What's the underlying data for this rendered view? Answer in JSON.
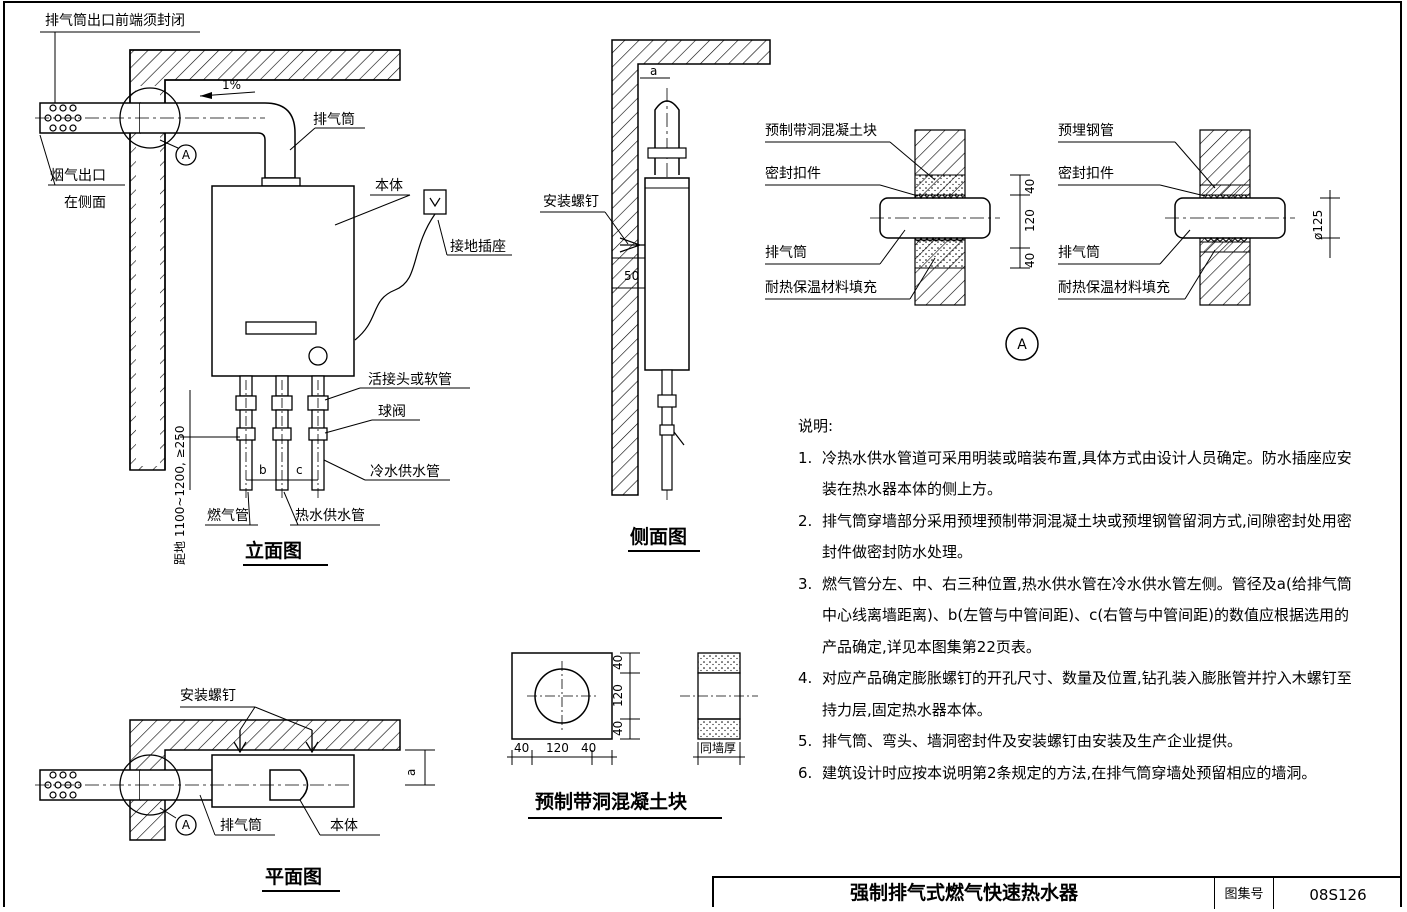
{
  "elevation": {
    "top_label": "排气筒出口前端须封闭",
    "slope": "1%",
    "flue": "排气筒",
    "outlet_1": "烟气出口",
    "outlet_2": "在侧面",
    "body": "本体",
    "socket": "接地插座",
    "union": "活接头或软管",
    "valve": "球阀",
    "cold": "冷水供水管",
    "gas": "燃气管",
    "hot": "热水供水管",
    "height": "距地 1100~1200, ≥250",
    "b": "b",
    "c": "c",
    "callout": "A",
    "title": "立面图"
  },
  "side": {
    "a": "a",
    "screw": "安装螺钉",
    "dim": "50",
    "title": "侧面图"
  },
  "detail": {
    "block": "预制带洞混凝土块",
    "seal_l": "密封扣件",
    "flue_l": "排气筒",
    "fill_l": "耐热保温材料填充",
    "steel": "预埋钢管",
    "seal_r": "密封扣件",
    "flue_r": "排气筒",
    "fill_r": "耐热保温材料填充",
    "d40a": "40",
    "d120": "120",
    "d40b": "40",
    "dia": "ø125",
    "callout": "A"
  },
  "plan": {
    "screw": "安装螺钉",
    "flue": "排气筒",
    "body": "本体",
    "a": "a",
    "callout": "A",
    "title": "平面图"
  },
  "block": {
    "v40a": "40",
    "v120": "120",
    "v40b": "40",
    "h40a": "40",
    "h120": "120",
    "h40b": "40",
    "wall": "同墙厚",
    "title": "预制带洞混凝土块"
  },
  "notes": {
    "title": "说明:",
    "items": [
      {
        "n": "1.",
        "text": "冷热水供水管道可采用明装或暗装布置,具体方式由设计人员确定。防水插座应安装在热水器本体的侧上方。"
      },
      {
        "n": "2.",
        "text": "排气筒穿墙部分采用预埋预制带洞混凝土块或预埋钢管留洞方式,间隙密封处用密封件做密封防水处理。"
      },
      {
        "n": "3.",
        "text": "燃气管分左、中、右三种位置,热水供水管在冷水供水管左侧。管径及a(给排气筒中心线离墙距离)、b(左管与中管间距)、c(右管与中管间距)的数值应根据选用的产品确定,详见本图集第22页表。"
      },
      {
        "n": "4.",
        "text": "对应产品确定膨胀螺钉的开孔尺寸、数量及位置,钻孔装入膨胀管并拧入木螺钉至持力层,固定热水器本体。"
      },
      {
        "n": "5.",
        "text": "排气筒、弯头、墙洞密封件及安装螺钉由安装及生产企业提供。"
      },
      {
        "n": "6.",
        "text": "建筑设计时应按本说明第2条规定的方法,在排气筒穿墙处预留相应的墙洞。"
      }
    ]
  },
  "titleblock": {
    "title": "强制排气式燃气快速热水器",
    "atlas_label": "图集号",
    "atlas_no": "08S126"
  }
}
